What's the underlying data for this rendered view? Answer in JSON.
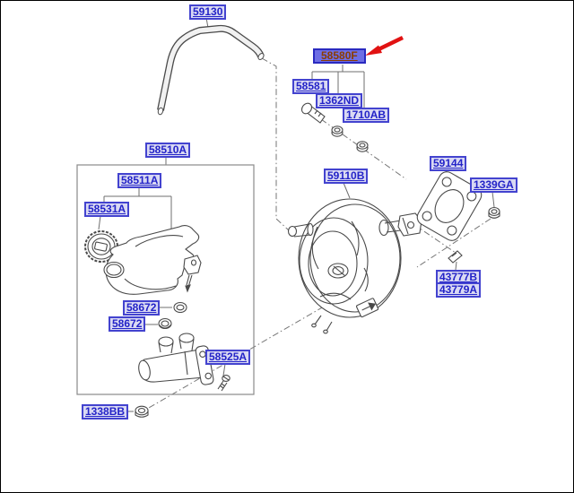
{
  "diagram": {
    "background": "#ffffff",
    "label_text_color": "#2323c8",
    "label_bg": "#d9d9f3",
    "label_border": "#4343cf",
    "highlight_bg": "#6e6ee4",
    "highlight_text_color": "#8a3c00",
    "red_arrow_color": "#e11212",
    "red_arrow_target": "58580F"
  },
  "labels": {
    "p59130": {
      "text": "59130"
    },
    "p58580F": {
      "text": "58580F",
      "highlighted": true
    },
    "p58581": {
      "text": "58581"
    },
    "p1362ND": {
      "text": "1362ND"
    },
    "p1710AB": {
      "text": "1710AB"
    },
    "p59110B": {
      "text": "59110B"
    },
    "p59144": {
      "text": "59144"
    },
    "p1339GA": {
      "text": "1339GA"
    },
    "p43777B": {
      "text": "43777B"
    },
    "p43779A": {
      "text": "43779A"
    },
    "p58510A": {
      "text": "58510A"
    },
    "p58511A": {
      "text": "58511A"
    },
    "p58531A": {
      "text": "58531A"
    },
    "p58672_1": {
      "text": "58672"
    },
    "p58672_2": {
      "text": "58672"
    },
    "p58525A": {
      "text": "58525A"
    },
    "p1338BB": {
      "text": "1338BB"
    }
  }
}
